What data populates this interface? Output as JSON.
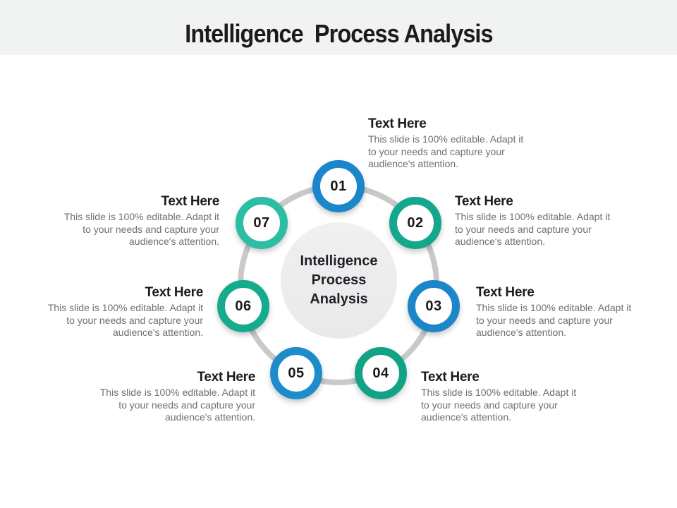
{
  "slide": {
    "title": "Intelligence  Process Analysis",
    "hub": {
      "center_lines": [
        "Intelligence",
        "Process",
        "Analysis"
      ],
      "center_text_color": "#1d2228",
      "center_fill": "#ededee",
      "ring_color": "#c8c9c9"
    },
    "items": [
      {
        "number": "01",
        "ring_color": "#1b86c9",
        "heading": "Text Here",
        "body": "This slide is 100% editable. Adapt it to your needs and capture your audience's attention."
      },
      {
        "number": "02",
        "ring_color": "#14a78b",
        "heading": "Text Here",
        "body": "This slide is 100% editable. Adapt it to your needs and capture your audience's attention."
      },
      {
        "number": "03",
        "ring_color": "#1b86c9",
        "heading": "Text Here",
        "body": "This slide is 100% editable. Adapt it to your needs and capture your audience's attention."
      },
      {
        "number": "04",
        "ring_color": "#12a387",
        "heading": "Text Here",
        "body": "This slide is 100% editable. Adapt it to your needs and capture your audience's attention."
      },
      {
        "number": "05",
        "ring_color": "#1e8ccb",
        "heading": "Text Here",
        "body": "This slide is 100% editable. Adapt it to your needs and capture your audience's attention."
      },
      {
        "number": "06",
        "ring_color": "#17ab8e",
        "heading": "Text Here",
        "body": "This slide is 100% editable. Adapt it to your needs and capture your audience's attention."
      },
      {
        "number": "07",
        "ring_color": "#2cbda4",
        "heading": "Text Here",
        "body": "This slide is 100% editable. Adapt it to your needs and capture your audience's attention."
      }
    ],
    "theme": {
      "header_bg": "#f1f2f2",
      "body_bg": "#ffffff",
      "title_color": "#1b1b1b",
      "heading_color": "#1b1b1b",
      "body_text_color": "#6f6f6f",
      "number_color": "#191919",
      "blue": "#1b86c9",
      "teal": "#14a78b"
    }
  }
}
